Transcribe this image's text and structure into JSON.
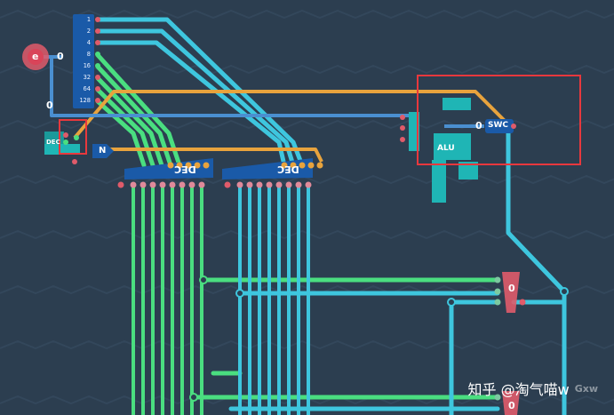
{
  "colors": {
    "background": "#2c3e50",
    "wave": "#33475b",
    "green_wire": "#4ade80",
    "cyan_wire": "#3ec6de",
    "blue_wire": "#4a8fd0",
    "orange_wire": "#e8a33d",
    "component_blue": "#1a5aa8",
    "teal_block": "#1fb5b5",
    "red_pin": "#e0506a",
    "highlight_box": "#e8383d"
  },
  "input_bus": {
    "labels": [
      "1",
      "2",
      "4",
      "8",
      "16",
      "32",
      "64",
      "128"
    ]
  },
  "components": {
    "input_node_label": "e",
    "input_zero": "0",
    "left_zero": "0",
    "small_dec_label": "DEC",
    "not_gate_label": "N",
    "decoder_left_label": "DEC",
    "decoder_right_label": "DEC",
    "alu_label": "ALU",
    "switch_zero": "0",
    "switch_label": "SWC",
    "output_zero": "0",
    "bottom_zero": "0"
  },
  "watermark": {
    "text": "知乎 @淘气喵w",
    "logo": "Gxw"
  }
}
